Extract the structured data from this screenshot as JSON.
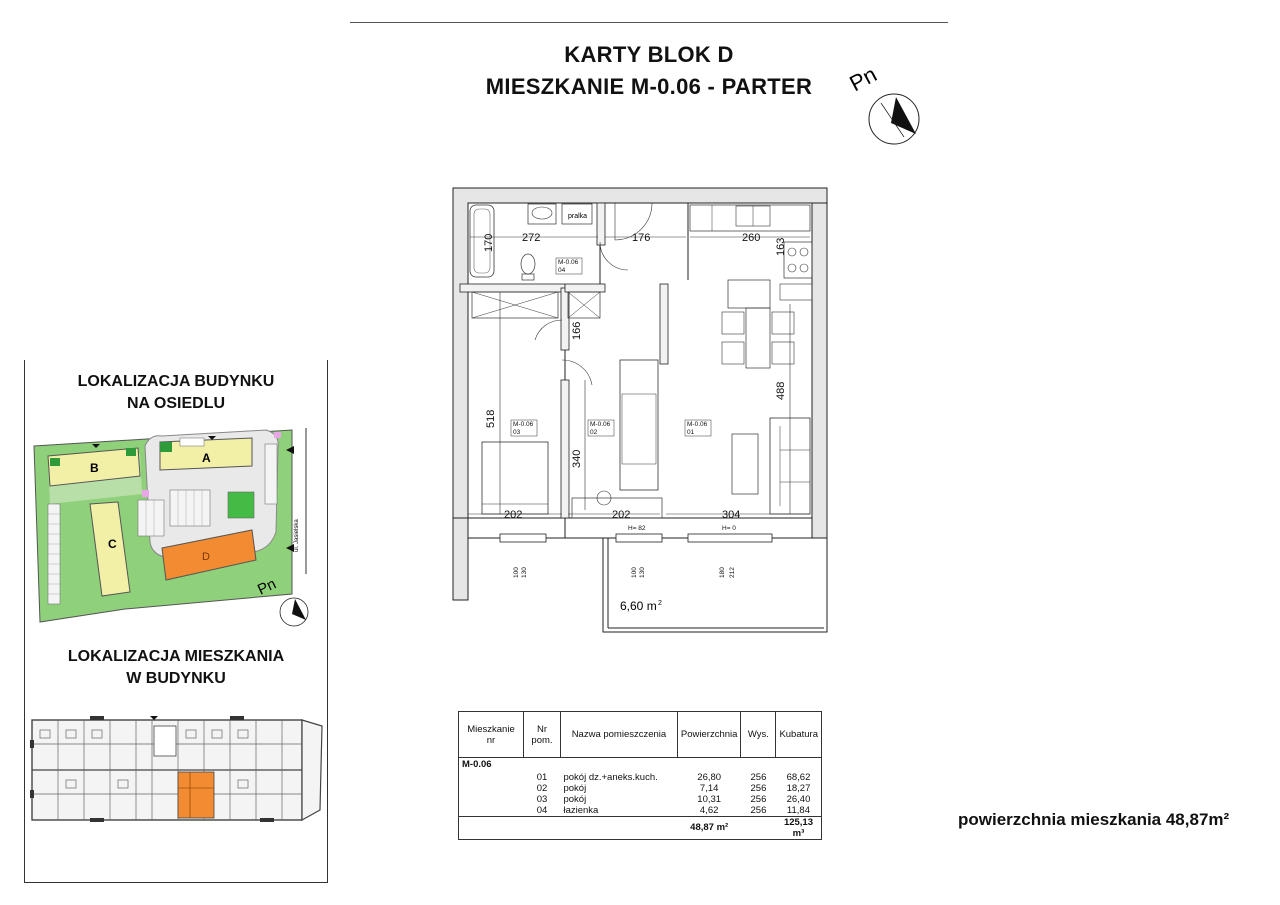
{
  "header": {
    "title_line1": "KARTY BLOK D",
    "title_line2": "MIESZKANIE M-0.06 - PARTER",
    "north_label": "Pn"
  },
  "location_panel": {
    "estate_heading_1": "LOKALIZACJA BUDYNKU",
    "estate_heading_2": "NA OSIEDLU",
    "flat_heading_1": "LOKALIZACJA MIESZKANIA",
    "flat_heading_2": "W BUDYNKU",
    "buildings": [
      "A",
      "B",
      "C",
      "D"
    ],
    "street": "ul. Jasielska",
    "north_label": "Pn",
    "highlight_color": "#f28b31"
  },
  "plan": {
    "dims": {
      "bath_w": "272",
      "bath_h": "170",
      "hall_w": "176",
      "kitchen_w": "260",
      "kitchen_h": "163",
      "hall_h": "166",
      "room3_h": "518",
      "room2_h": "340",
      "living_h": "488",
      "room3_w": "202",
      "room2_w": "202",
      "living_w": "304",
      "win1_a": "100",
      "win1_b": "130",
      "win2_a": "100",
      "win2_b": "130",
      "win3_a": "180",
      "win3_b": "212",
      "sill_82": "H= 82",
      "sill_0": "H= 0"
    },
    "labels": {
      "m_code": "M-0.06",
      "r01": "01",
      "r02": "02",
      "r03": "03",
      "r04": "04",
      "pralka": "pralka",
      "terrace_area": "6,60 m"
    }
  },
  "table": {
    "headers": [
      "Mieszkanie nr",
      "Nr pom.",
      "Nazwa pomieszczenia",
      "Powierzchnia",
      "Wys.",
      "Kubatura"
    ],
    "flat": "M-0.06",
    "rows": [
      [
        "01",
        "pokój dz.+aneks.kuch.",
        "26,80",
        "256",
        "68,62"
      ],
      [
        "02",
        "pokój",
        "7,14",
        "256",
        "18,27"
      ],
      [
        "03",
        "pokój",
        "10,31",
        "256",
        "26,40"
      ],
      [
        "04",
        "łazienka",
        "4,62",
        "256",
        "11,84"
      ]
    ],
    "total_area": "48,87 m²",
    "total_volume": "125,13 m³"
  },
  "summary": {
    "area_text": "powierzchnia mieszkania 48,87m²"
  },
  "colors": {
    "line": "#222222",
    "wall": "#f2f2f2",
    "estate_green": "#8fd07a",
    "building_yellow": "#f2f0a6",
    "apartment_orange": "#f28b31"
  }
}
